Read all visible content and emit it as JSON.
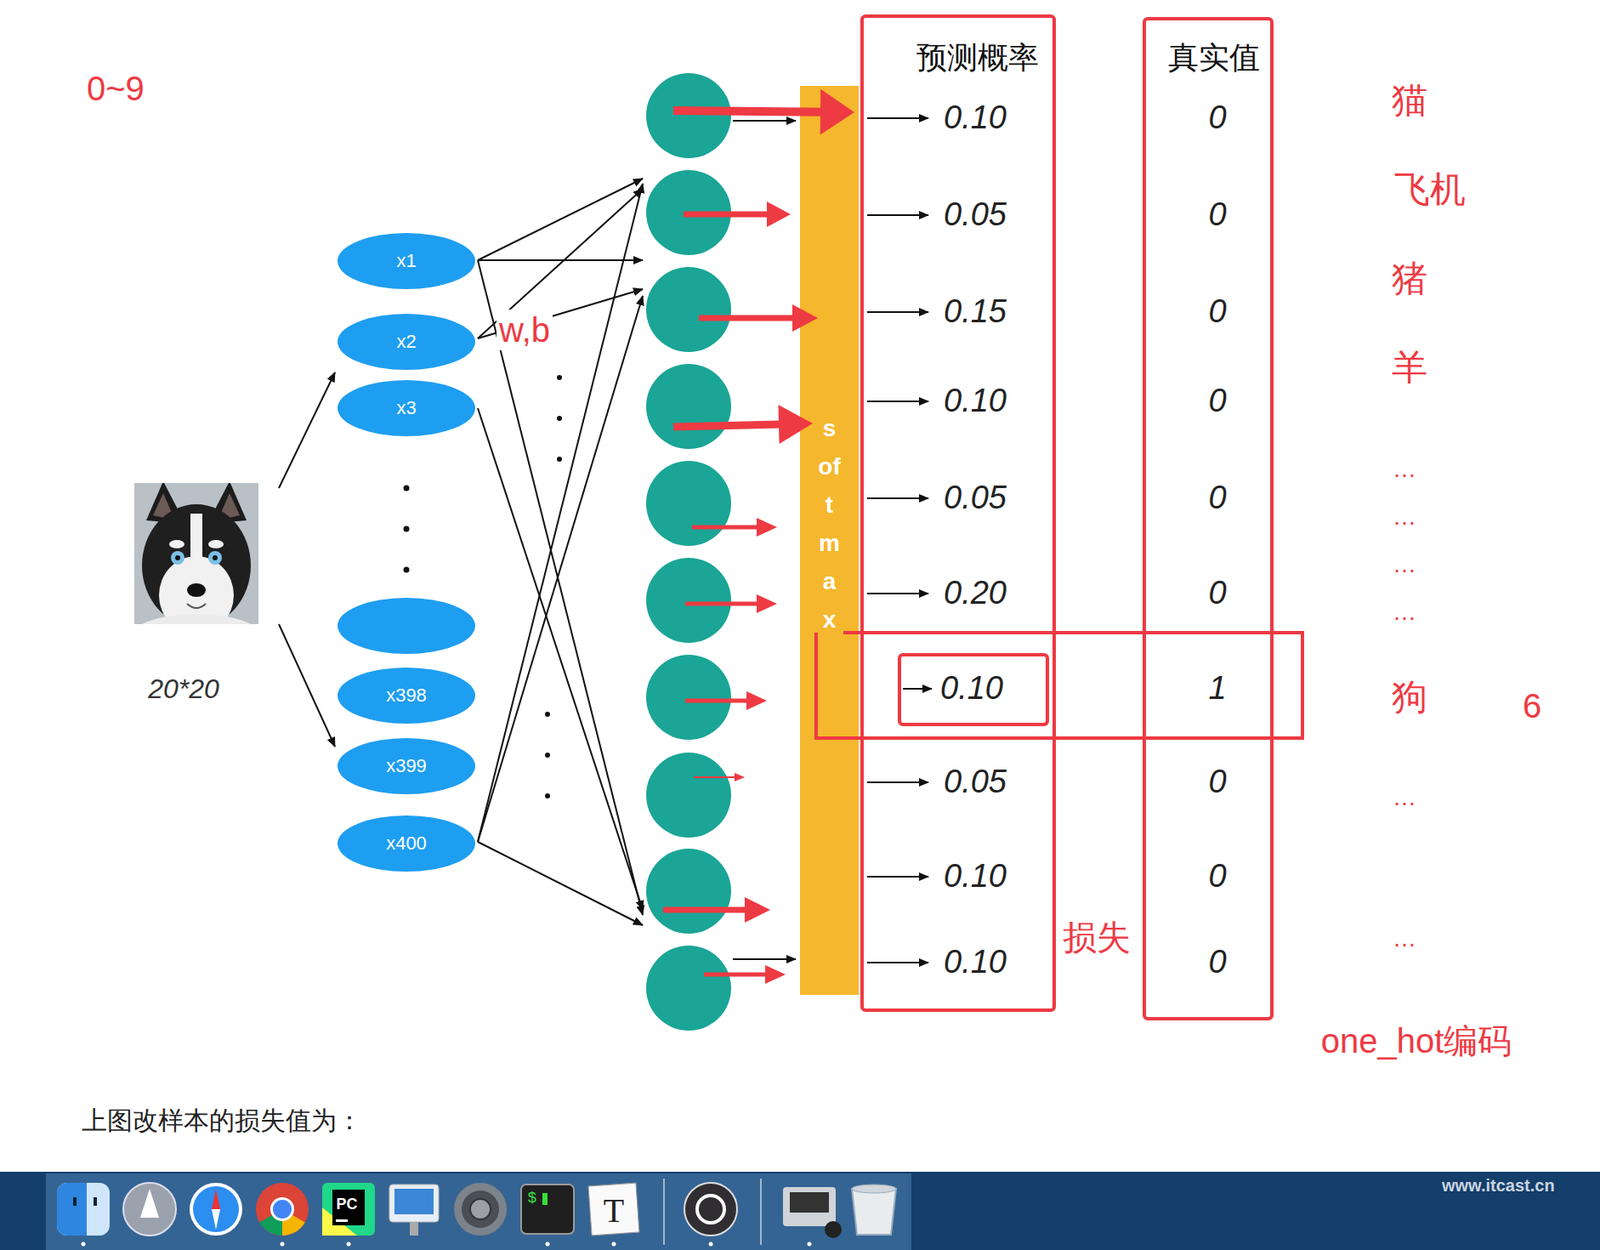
{
  "diagram": {
    "nodes": [
      {
        "text": [
          "x1"
        ]
      },
      {
        "text": [
          "x2"
        ]
      },
      {
        "text": [
          "x3"
        ]
      },
      {
        "text": [
          "x398"
        ]
      },
      {
        "text": [
          "x399"
        ]
      },
      {
        "text": [
          "x400"
        ]
      },
      {
        "text": [
          "softmax"
        ]
      },
      {
        "text": [
          "预测概率",
          "0.10",
          "0.05",
          "0.15",
          "0.10",
          "0.05",
          "0.20",
          "0.05",
          "0.10",
          "0.10"
        ]
      },
      {
        "text": [
          "0.10"
        ],
        "in": 7
      },
      {
        "text": [
          "真实值",
          "0",
          "0",
          "0",
          "0",
          "0",
          "0",
          "1",
          "0",
          "0",
          "0"
        ]
      }
    ],
    "labels": [
      "0~9",
      "20*20",
      "w,b",
      "猫",
      "飞机",
      "猪",
      "羊",
      "…",
      "…",
      "…",
      "…",
      "狗",
      "6",
      "…",
      "损失",
      "…",
      "one_hot编码",
      "上图改样本的损失值为：",
      "PC",
      "$",
      "T",
      "www.itcast.cn"
    ]
  }
}
